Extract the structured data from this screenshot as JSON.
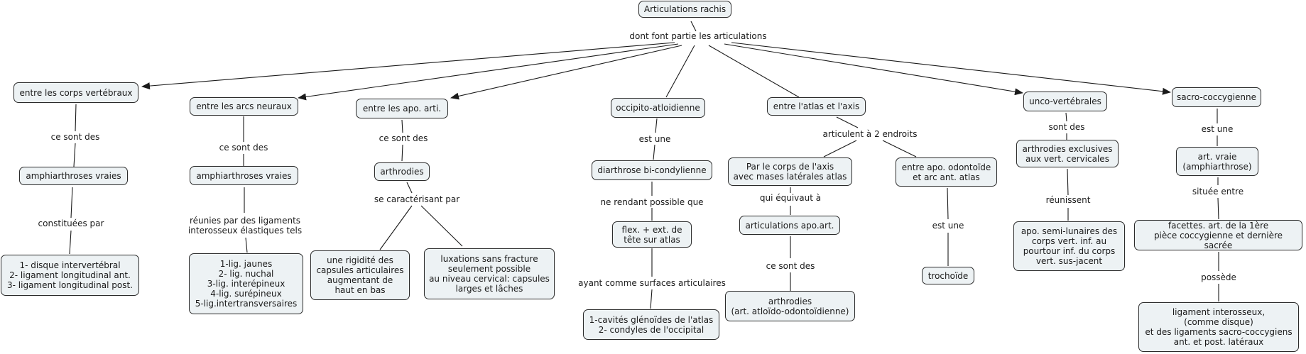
{
  "title": "Articulations rachis",
  "colors": {
    "node_fill": "#edf2f4",
    "node_border": "#2b2b2b",
    "line": "#1a1a1a",
    "background": "#ffffff"
  },
  "nodes": {
    "root": "Articulations rachis",
    "corps": "entre les corps vertébraux",
    "corps_type": "amphiarthroses vraies",
    "corps_parts": "1- disque intervertébral\n2- ligament longitudinal ant.\n3- ligament longitudinal post.",
    "arcs": "entre les arcs neuraux",
    "arcs_type": "amphiarthroses vraies",
    "arcs_ligs": "1-lig. jaunes\n2- lig. nuchal\n3-lig. interépineux\n4-lig. surépineux\n5-lig.intertransversaires",
    "apo": "entre les apo. arti.",
    "apo_type": "arthrodies",
    "apo_rigid": "une rigidité des\ncapsules articulaires\naugmentant de\nhaut en bas",
    "apo_lux": "luxations sans fracture\nseulement possible\nau niveau cervical: capsules\nlarges et lâches",
    "occ": "occipito-atloidienne",
    "occ_type": "diarthrose bi-condylienne",
    "occ_mvt": "flex. + ext.  de\ntête sur atlas",
    "occ_surf": "1-cavités glénoïdes de l'atlas\n2- condyles de l'occipital",
    "atlas": "entre l'atlas et l'axis",
    "atlas_corps": "Par le corps de l'axis\navec mases latérales atlas",
    "atlas_apo": "articulations apo.art.",
    "atlas_arthro": "arthrodies\n(art. atloïdo-odontoïdienne)",
    "atlas_odont": "entre apo. odontoïde\net arc ant. atlas",
    "atlas_troch": "trochoïde",
    "unco": "unco-vertébrales",
    "unco_type": "arthrodies exclusives\naux vert. cervicales",
    "unco_join": "apo. semi-lunaires des\ncorps vert. inf. au\npourtour inf. du corps\nvert. sus-jacent",
    "sacro": "sacro-coccygienne",
    "sacro_type": "art. vraie\n(amphiarthrose)",
    "sacro_fac": "facettes. art. de la 1ère\npièce coccygienne et dernière sacrée",
    "sacro_lig": "ligament interosseux,\n(comme disque)\net des ligaments sacro-coccygiens\nant. et post. latéraux"
  },
  "links": {
    "root_link": "dont font partie les articulations",
    "corps_l1": "ce sont des",
    "corps_l2": "constituées par",
    "arcs_l1": "ce sont des",
    "arcs_l2": "réunies par des ligaments\ninterosseux élastiques tels",
    "apo_l1": "ce sont des",
    "apo_l2": "se caractérisant par",
    "occ_l1": "est une",
    "occ_l2": "ne rendant possible que",
    "occ_l3": "ayant comme surfaces articulaires",
    "atlas_l1": "articulent à 2 endroits",
    "atlas_l2": "qui équivaut à",
    "atlas_l3": "ce sont des",
    "atlas_l4": "est une",
    "unco_l1": "sont des",
    "unco_l2": "réunissent",
    "sacro_l1": "est une",
    "sacro_l2": "située entre",
    "sacro_l3": "possède"
  }
}
